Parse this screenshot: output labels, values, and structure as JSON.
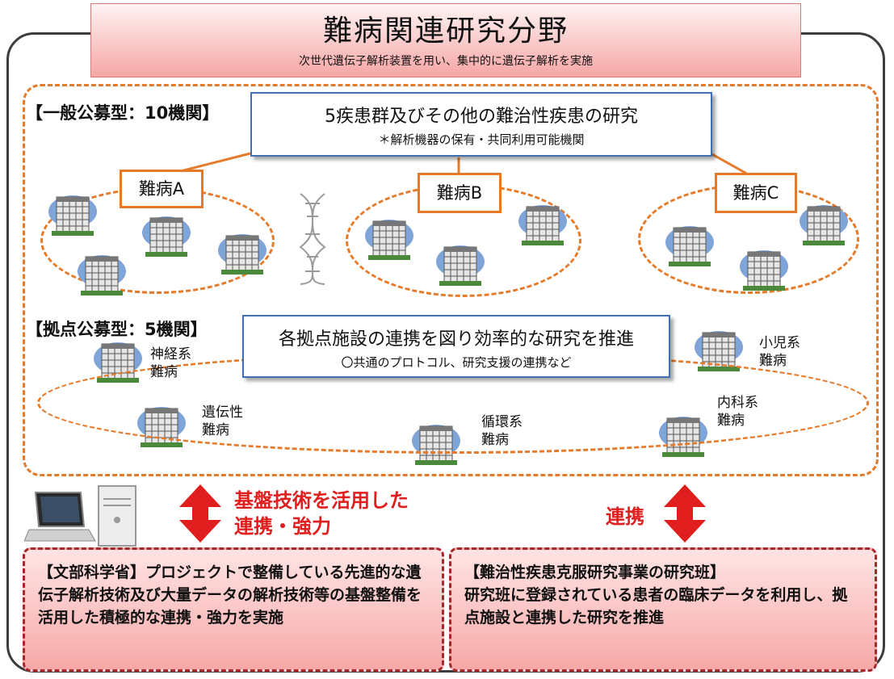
{
  "title": "難病関連研究分野",
  "subtitle": "次世代遺伝子解析装置を用い、集中的に遺伝子解析を実施",
  "general": {
    "label": "【一般公募型：10機関】",
    "callout_title": "5疾患群及びその他の難治性疾患の研究",
    "callout_sub": "＊解析機器の保有・共同利用可能機関",
    "groups": [
      "難病A",
      "難病B",
      "難病C"
    ]
  },
  "hub": {
    "label": "【拠点公募型：5機関】",
    "callout_title": "各拠点施設の連携を図り効率的な研究を推進",
    "callout_sub": "〇共通のプロトコル、研究支援の連携など",
    "sites": [
      {
        "line1": "神経系",
        "line2": "難病"
      },
      {
        "line1": "遺伝性",
        "line2": "難病"
      },
      {
        "line1": "循環系",
        "line2": "難病"
      },
      {
        "line1": "内科系",
        "line2": "難病"
      },
      {
        "line1": "小児系",
        "line2": "難病"
      }
    ]
  },
  "arrows": {
    "left_line1": "基盤技術を活用した",
    "left_line2": "連携・強力",
    "right": "連携"
  },
  "bottom_left": {
    "lead": "【文部科学省】",
    "text": "プロジェクトで整備している先進的な遺伝子解析技術及び大量データの解析技術等の基盤整備を活用した積極的な連携・強力を実施"
  },
  "bottom_right": {
    "lead": "【難治性疾患克服研究事業の研究班】",
    "text": "研究班に登録されている患者の臨床データを利用し、拠点施設と連携した研究を推進"
  },
  "colors": {
    "orange": "#e57a2a",
    "red": "#e01e1e",
    "blue_border": "#3f6fb0",
    "dark_red": "#a8272d"
  }
}
